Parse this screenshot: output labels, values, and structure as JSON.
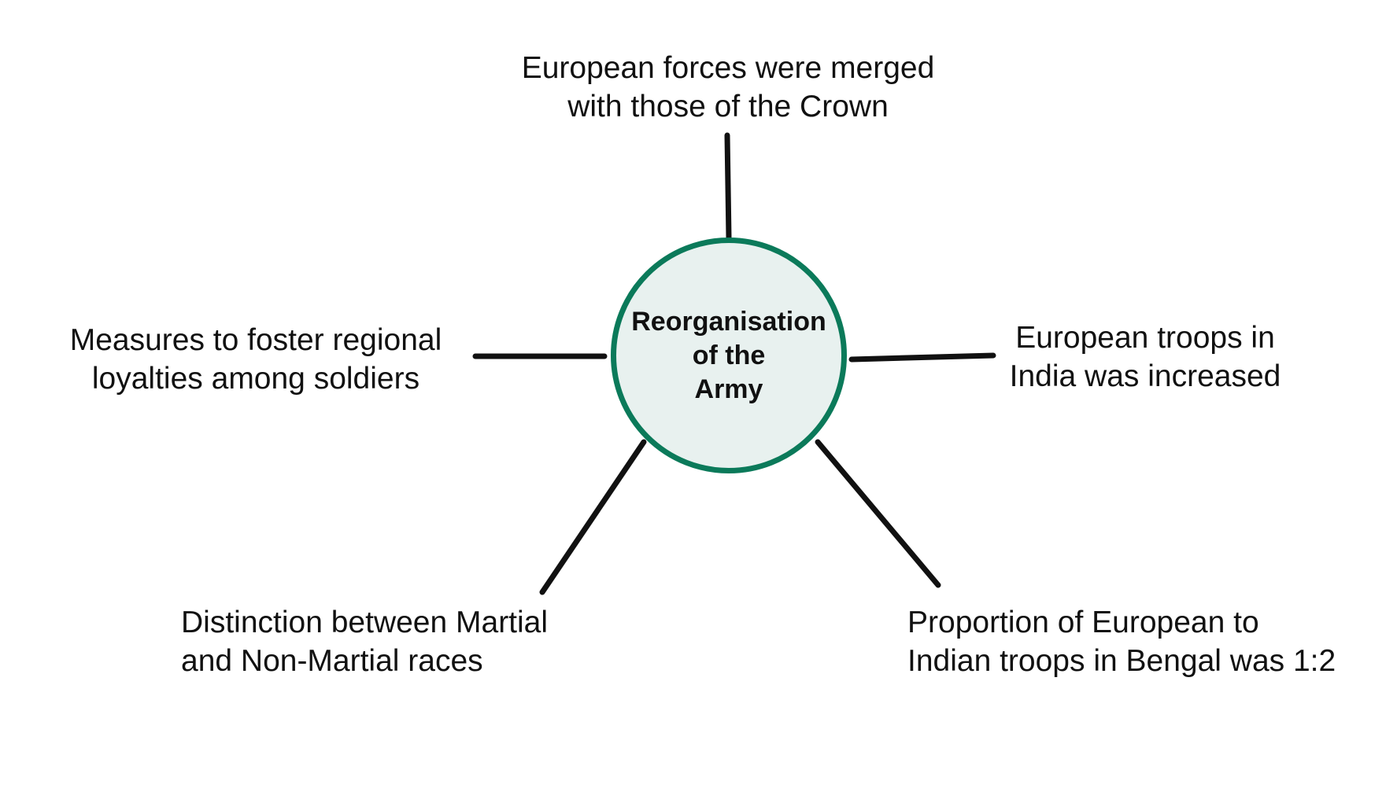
{
  "center": {
    "label": "Reorganisation\nof the\nArmy"
  },
  "branches": {
    "top": "European forces were merged\nwith those of the Crown",
    "left": "Measures to foster regional\nloyalties among soldiers",
    "right": "European troops in\nIndia was increased",
    "bottom_left": "Distinction between Martial\nand Non-Martial races",
    "bottom_right": "Proportion of European to\nIndian troops in Bengal was 1:2"
  },
  "colors": {
    "hub_border": "#0b7a5a",
    "hub_fill": "#e8f1ef",
    "connector": "#111111",
    "text": "#111111"
  }
}
